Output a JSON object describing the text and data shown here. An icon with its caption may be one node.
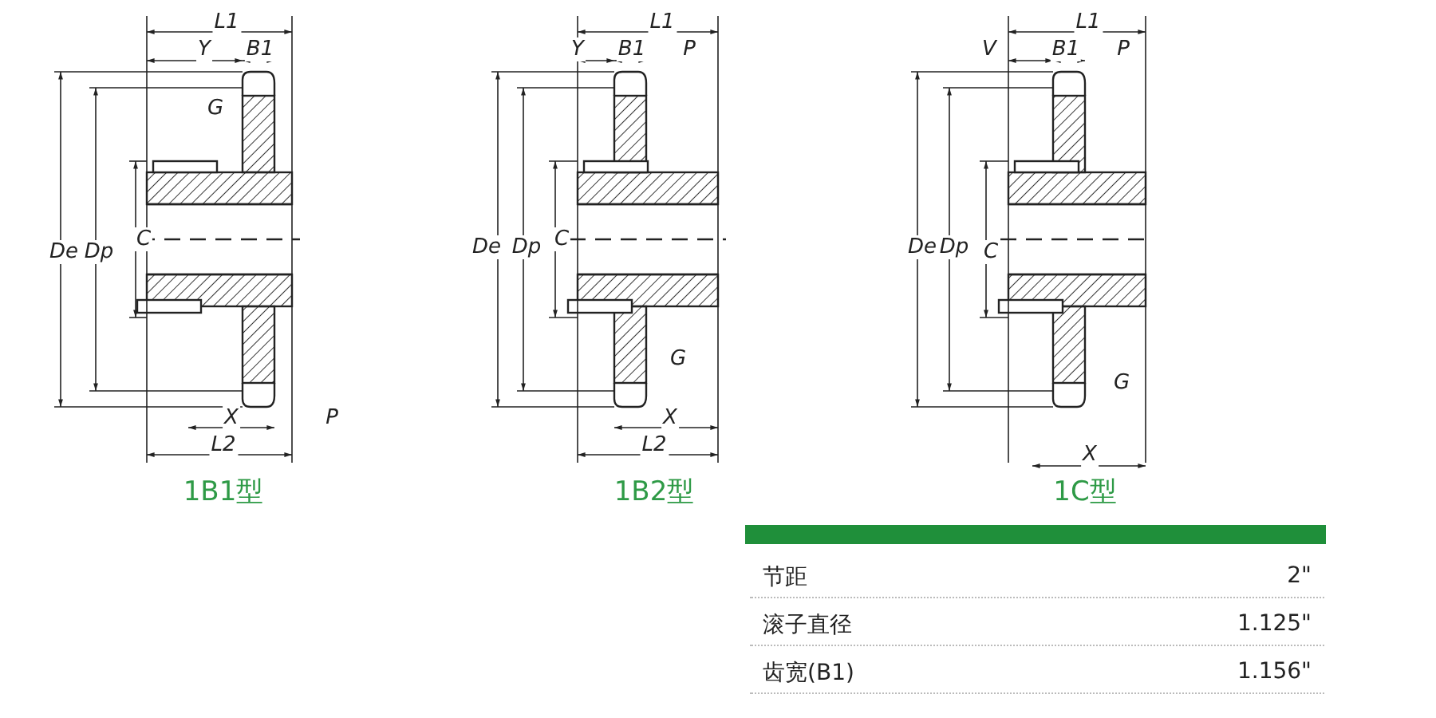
{
  "diagram": {
    "labels": [
      "L1",
      "Y",
      "B1",
      "G",
      "De",
      "Dp",
      "C",
      "X",
      "P",
      "L2",
      "1B1型",
      "L1",
      "Y",
      "B1",
      "P",
      "De",
      "Dp",
      "C",
      "G",
      "X",
      "L2",
      "1B2型",
      "L1",
      "V",
      "B1",
      "P",
      "De",
      "Dp",
      "C",
      "G",
      "X",
      "1C型",
      "节距",
      "2\"",
      "滚子直径",
      "1.125\"",
      "齿宽(B1)",
      "1.156\""
    ]
  }
}
